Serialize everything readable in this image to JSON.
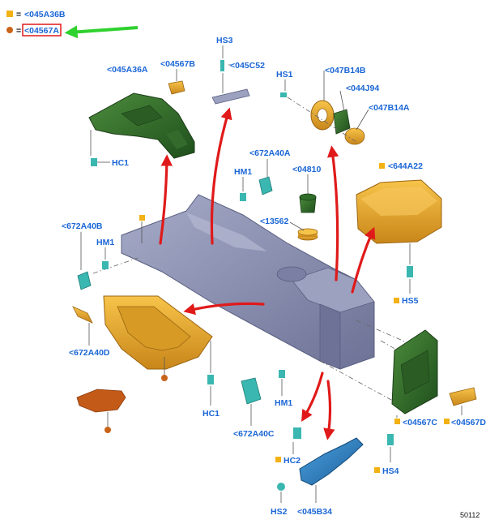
{
  "legend": [
    {
      "marker": "square",
      "color": "#f2b114",
      "eq": "=",
      "code": "<045A36B"
    },
    {
      "marker": "circle",
      "color": "#c8641a",
      "eq": "=",
      "code": "<04567A",
      "highlighted": true
    }
  ],
  "labels": {
    "c045A36A": "<045A36A",
    "c04567B": "<04567B",
    "hs3": "HS3",
    "c045C52": "<045C52",
    "hs1": "HS1",
    "c047B14B": "<047B14B",
    "c044J94": "<044J94",
    "c047B14A": "<047B14A",
    "hc1a": "HC1",
    "c672A40A": "<672A40A",
    "hm1a": "HM1",
    "c04810": "<04810",
    "c13562": "<13562",
    "c644A22": "<644A22",
    "c672A40B": "<672A40B",
    "hm1b": "HM1",
    "hs5": "HS5",
    "c672A40D": "<672A40D",
    "hc1b": "HC1",
    "hm1c": "HM1",
    "c672A40C": "<672A40C",
    "c04567C": "<04567C",
    "c04567D": "<04567D",
    "hc2": "HC2",
    "hs4": "HS4",
    "hs2": "HS2",
    "c045B34": "<045B34"
  },
  "figure_id": "50112",
  "colors": {
    "label_blue": "#1a66d6",
    "arrow_red": "#e01a1a",
    "highlight_green": "#2fd12f",
    "part_orange": "#e9a321",
    "part_green": "#2f6e2a",
    "part_teal": "#3ab7b0",
    "part_blue": "#2f86c8",
    "console_grey": "#8a8fb0"
  }
}
